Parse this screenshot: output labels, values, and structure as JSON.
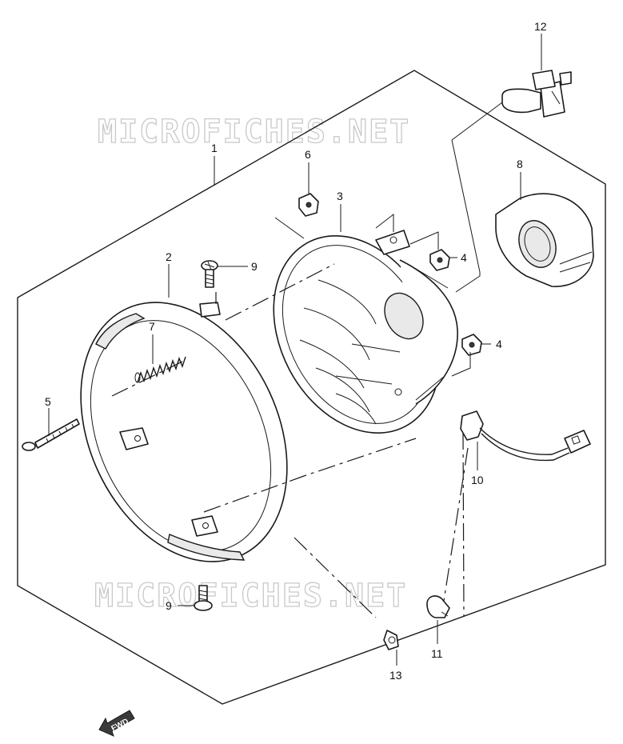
{
  "watermark": "MICROFICHES.NET",
  "callouts": {
    "c1": "1",
    "c2": "2",
    "c3": "3",
    "c4a": "4",
    "c4b": "4",
    "c5": "5",
    "c6": "6",
    "c7": "7",
    "c8": "8",
    "c9a": "9",
    "c9b": "9",
    "c10": "10",
    "c11": "11",
    "c12": "12",
    "c13": "13"
  },
  "direction_marker": "FWD",
  "icons": {
    "direction": "arrow-left-down-icon"
  }
}
